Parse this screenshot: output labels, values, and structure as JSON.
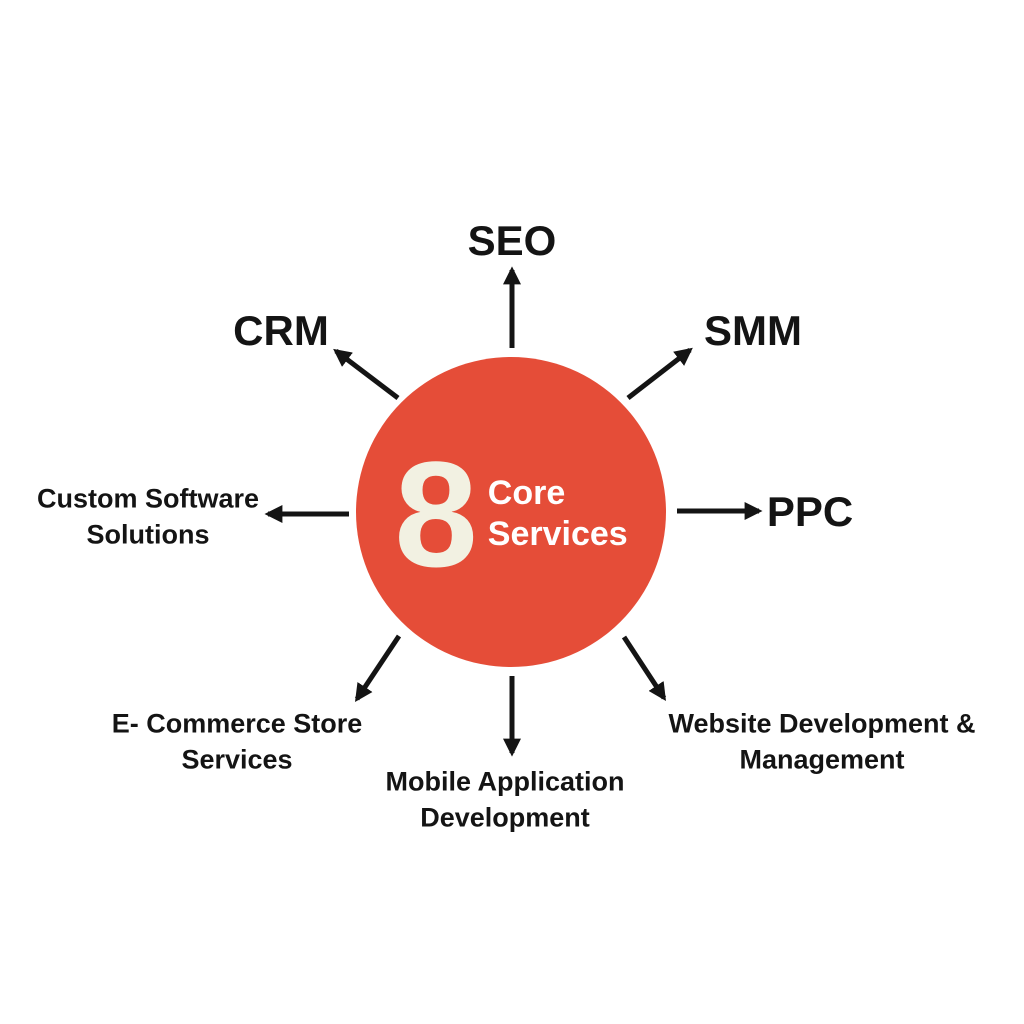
{
  "title": "8 Core Services diagram",
  "center": {
    "number": "8",
    "label_line1": "Core",
    "label_line2": "Services"
  },
  "services": [
    {
      "id": "seo",
      "label": "SEO"
    },
    {
      "id": "smm",
      "label": "SMM"
    },
    {
      "id": "ppc",
      "label": "PPC"
    },
    {
      "id": "website",
      "label": "Website Development & Management"
    },
    {
      "id": "mobile",
      "label": "Mobile Application Development"
    },
    {
      "id": "ecommerce",
      "label": "E- Commerce Store Services"
    },
    {
      "id": "custom",
      "label": "Custom Software Solutions"
    },
    {
      "id": "crm",
      "label": "CRM"
    }
  ],
  "colors": {
    "circle": "#E54D38",
    "number": "#F2F1E2",
    "centertext": "#FFFFFF",
    "labeltext": "#141414",
    "arrow": "#141414",
    "background": "#FFFFFF"
  }
}
